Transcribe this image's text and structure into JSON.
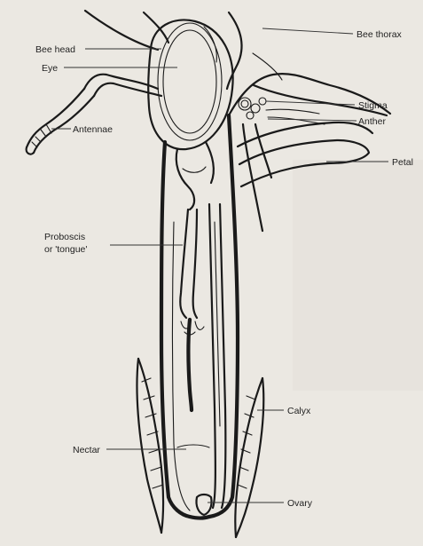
{
  "diagram": {
    "labels": {
      "bee_head": "Bee head",
      "eye": "Eye",
      "antennae": "Antennae",
      "proboscis_line1": "Proboscis",
      "proboscis_line2": "or 'tongue'",
      "nectar": "Nectar",
      "bee_thorax": "Bee thorax",
      "stigma": "Stigma",
      "anther": "Anther",
      "petal": "Petal",
      "calyx": "Calyx",
      "ovary": "Ovary"
    }
  }
}
